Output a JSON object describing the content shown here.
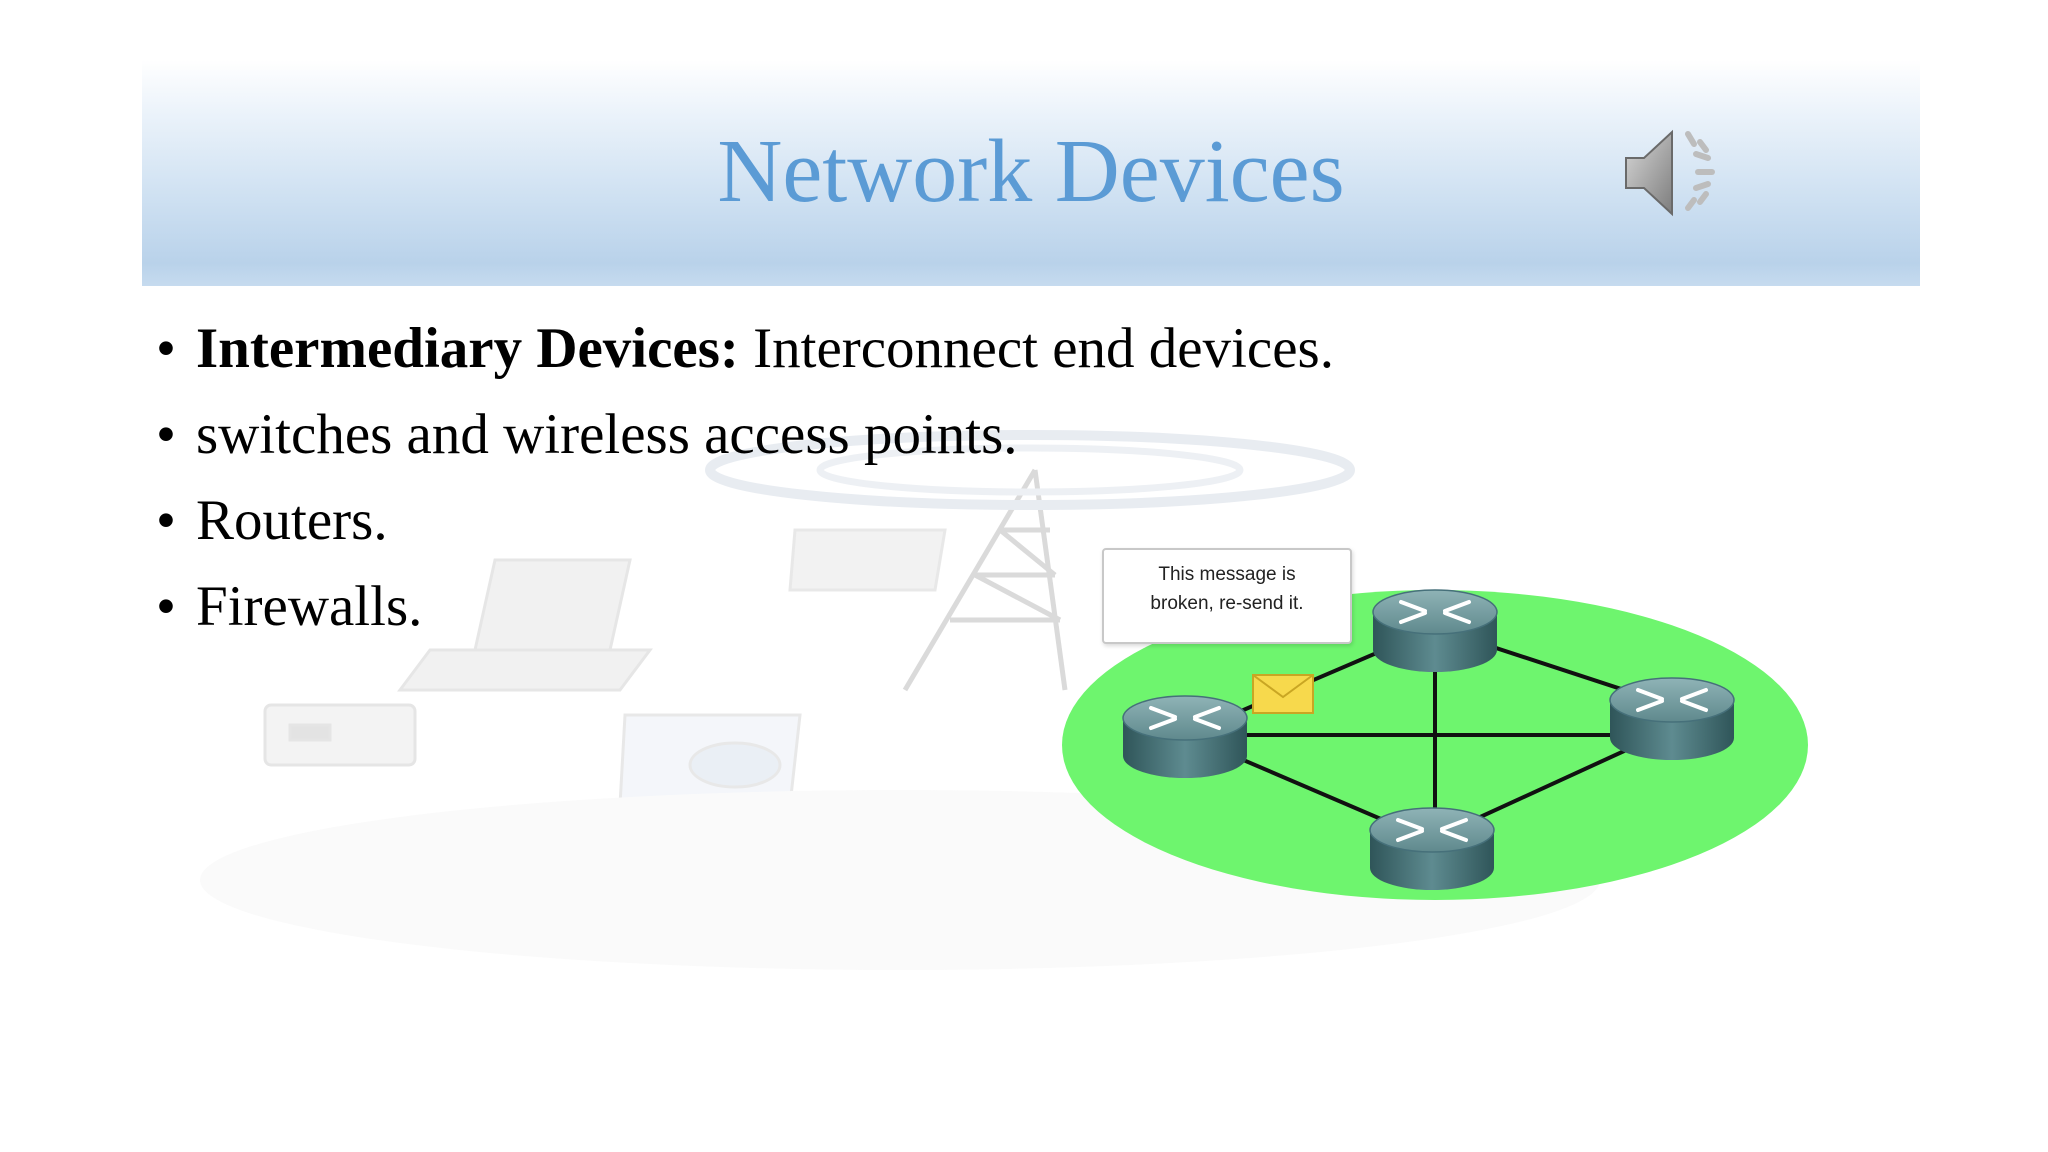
{
  "slide": {
    "title": "Network Devices",
    "bullets": [
      {
        "bold": "Intermediary Devices:",
        "text": " Interconnect end devices."
      },
      {
        "bold": "",
        "text": "switches and wireless access points."
      },
      {
        "bold": "",
        "text": "Routers."
      },
      {
        "bold": "",
        "text": "Firewalls."
      }
    ],
    "bullet_glyph": "•",
    "callout_line1": "This message is",
    "callout_line2": "broken, re-send it."
  },
  "icons": {
    "speaker": "speaker-icon",
    "envelope": "envelope-icon",
    "router": "router-icon"
  },
  "colors": {
    "title": "#5b9bd5",
    "network_area": "#6ef56e",
    "router_body": "#4e7a80"
  }
}
